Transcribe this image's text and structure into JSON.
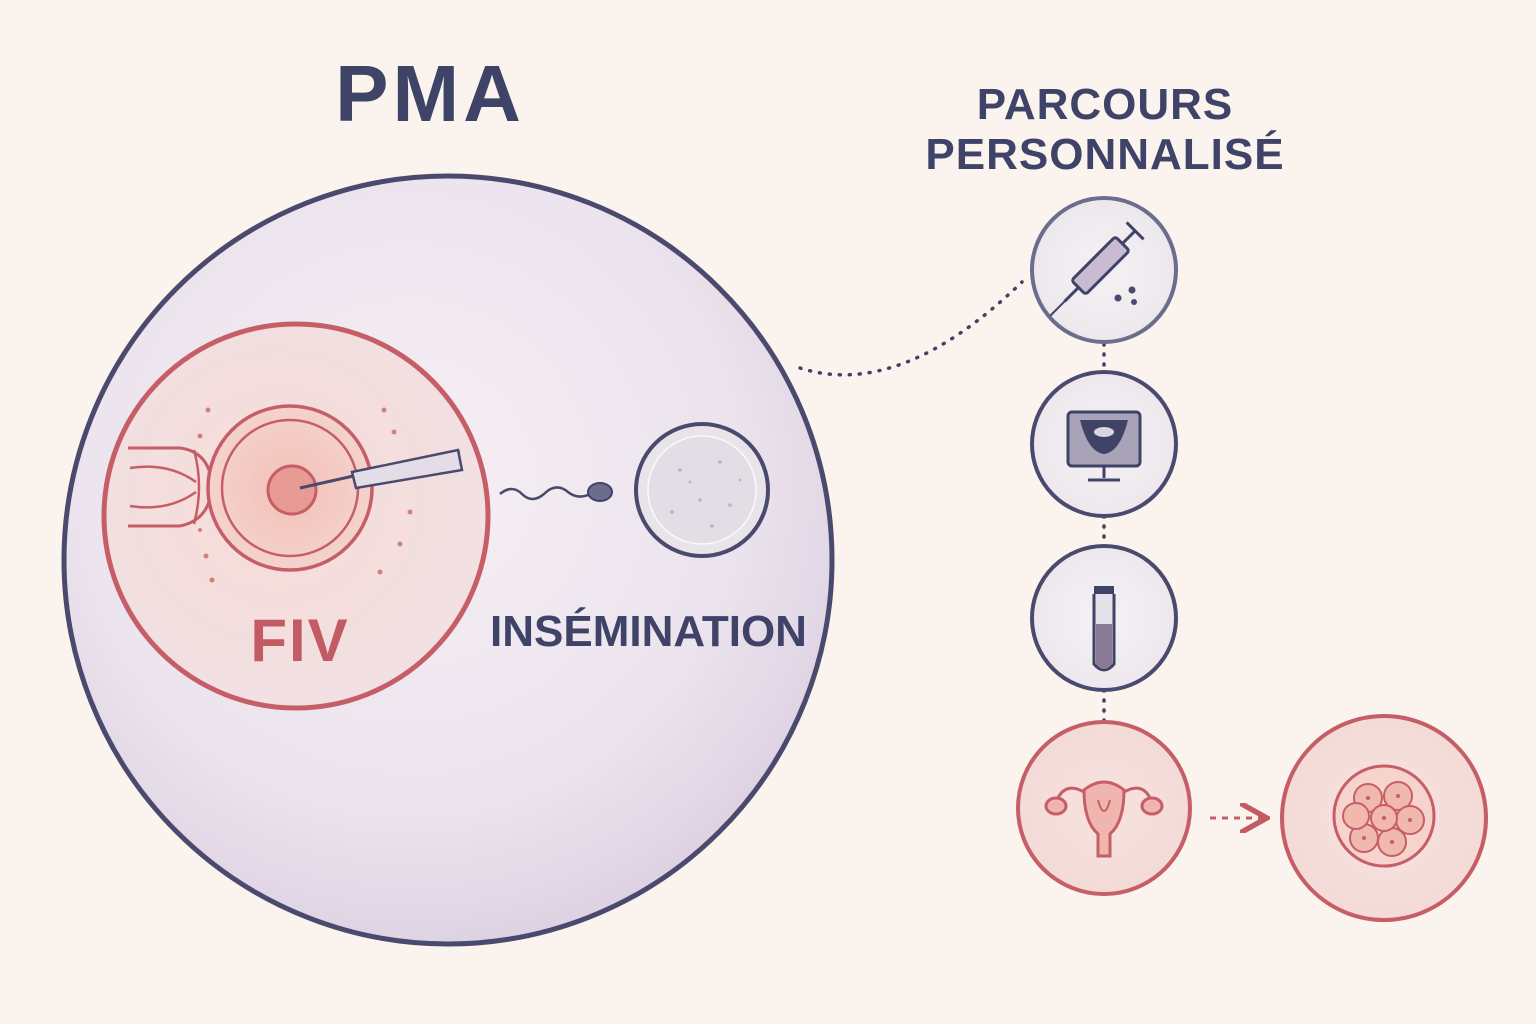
{
  "title": "PMA",
  "subtitle": {
    "line1": "PARCOURS",
    "line2": "PERSONNALISÉ"
  },
  "fiv": {
    "label": "FIV"
  },
  "insemination": {
    "label": "INSÉMINATION"
  },
  "steps": [
    {
      "icon": "syringe-icon"
    },
    {
      "icon": "ultrasound-monitor-icon"
    },
    {
      "icon": "test-tube-icon"
    },
    {
      "icon": "uterus-icon"
    },
    {
      "icon": "embryo-icon"
    }
  ],
  "colors": {
    "background": "#fbf4ee",
    "navy": "#3f4367",
    "coral": "#c25b64",
    "lavender": "#e9e2ec"
  }
}
